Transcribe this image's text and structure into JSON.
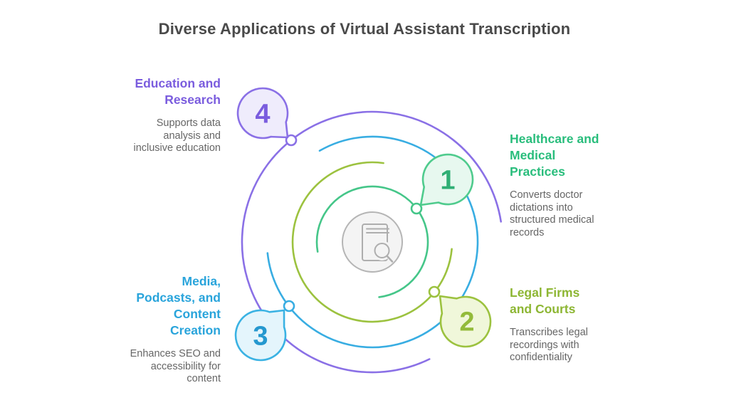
{
  "title": "Diverse Applications of Virtual Assistant Transcription",
  "center": {
    "icon": "book-search-icon"
  },
  "i1": {
    "num": "1",
    "heading": "Healthcare and\nMedical\nPractices",
    "desc": "Converts doctor\ndictations into\nstructured medical\nrecords",
    "color": "#29bd7c"
  },
  "i2": {
    "num": "2",
    "heading": "Legal Firms\nand Courts",
    "desc": "Transcribes legal\nrecordings with\nconfidentiality",
    "color": "#8db633"
  },
  "i3": {
    "num": "3",
    "heading": "Media,\nPodcasts, and\nContent\nCreation",
    "desc": "Enhances SEO and\naccessibility for\ncontent",
    "color": "#29a4db"
  },
  "i4": {
    "num": "4",
    "heading": "Education and\nResearch",
    "desc": "Supports data\nanalysis and\ninclusive education",
    "color": "#7a5cde"
  },
  "palette": {
    "purple_arc": "#8a70e6",
    "purple_fill": "#efecfc",
    "cyan_arc": "#38ade2",
    "cyan_fill": "#e4f5fc",
    "green_arc": "#45c689",
    "green_fill": "#e7f8ef",
    "olive_arc": "#9cc23f",
    "olive_fill": "#f0f7da",
    "title_color": "#4a4a4a",
    "body_color": "#666666",
    "center_gray": "#b5b5b5"
  }
}
